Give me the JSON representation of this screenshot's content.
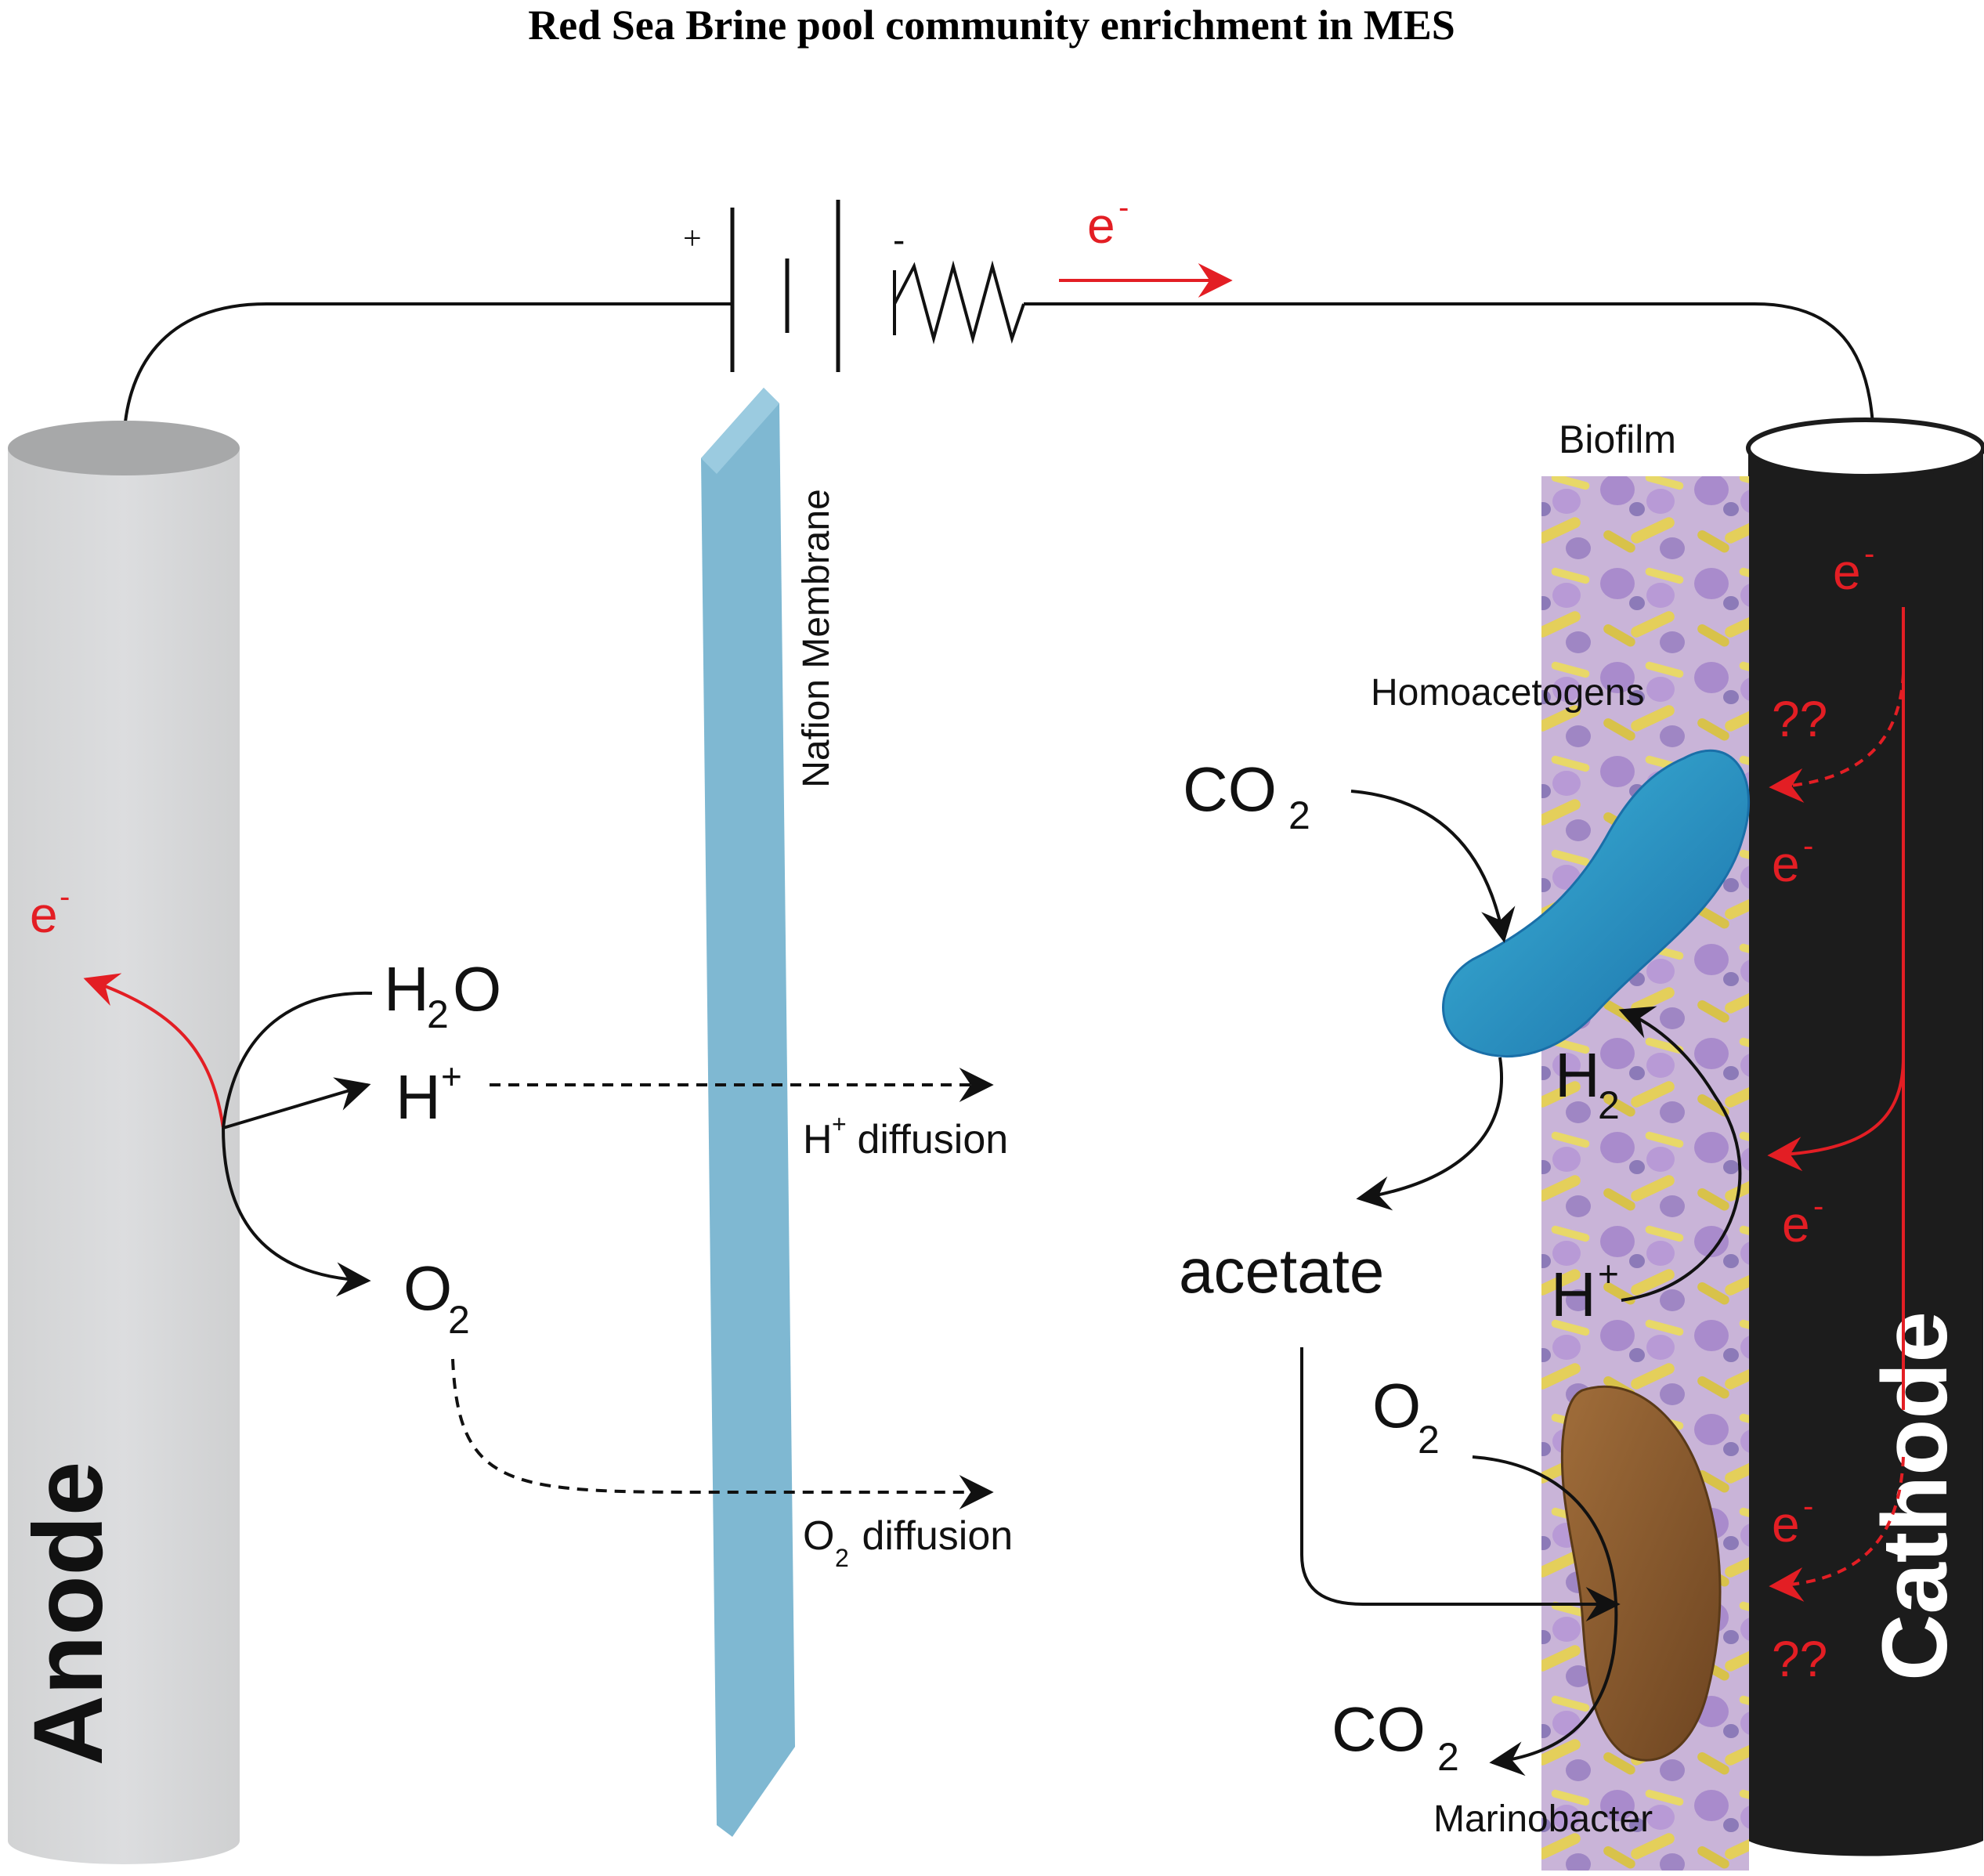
{
  "title": "Red Sea Brine pool community enrichment in MES",
  "circuit": {
    "plus": "+",
    "minus": "-",
    "electron": "e",
    "electron_sup": "-"
  },
  "membrane": {
    "label": "Nafion Membrane"
  },
  "anode": {
    "label": "Anode",
    "electron": "e",
    "electron_sup": "-"
  },
  "cathode": {
    "label": "Cathode"
  },
  "anode_products": {
    "h2o": {
      "base": "H",
      "sub": "2",
      "rest": "O"
    },
    "hplus": {
      "base": "H",
      "sup": "+"
    },
    "o2": {
      "base": "O",
      "sub": "2"
    }
  },
  "diffusion": {
    "h": {
      "base": "H",
      "sup": "+",
      "rest": " diffusion"
    },
    "o": {
      "base": "O",
      "sub": "2",
      "rest": " diffusion"
    }
  },
  "biofilm": {
    "label": "Biofilm",
    "homoacetogens": "Homoacetogens",
    "marinobacter": "Marinobacter"
  },
  "cathode_side": {
    "co2_in": {
      "base": "CO",
      "sub": "2"
    },
    "acetate": "acetate",
    "h2": {
      "base": "H",
      "sub": "2"
    },
    "hplus": {
      "base": "H",
      "sup": "+"
    },
    "o2": {
      "base": "O",
      "sub": "2"
    },
    "co2_out": {
      "base": "CO",
      "sub": "2"
    }
  },
  "cathode_electrons": {
    "e1": {
      "base": "e",
      "sup": "-"
    },
    "e2": {
      "base": "e",
      "sup": "-"
    },
    "e3": {
      "base": "e",
      "sup": "-"
    },
    "e4": {
      "base": "e",
      "sup": "-"
    },
    "q1": "??",
    "q2": "??"
  },
  "colors": {
    "electron_red": "#e31e24",
    "anode_gray": "#d8d9da",
    "cathode_black": "#1c1c1c",
    "membrane_blue": "#7fb8d2",
    "homoacetogen_blue": "#2a8fc4",
    "marinobacter_brown": "#8a5a2b"
  }
}
